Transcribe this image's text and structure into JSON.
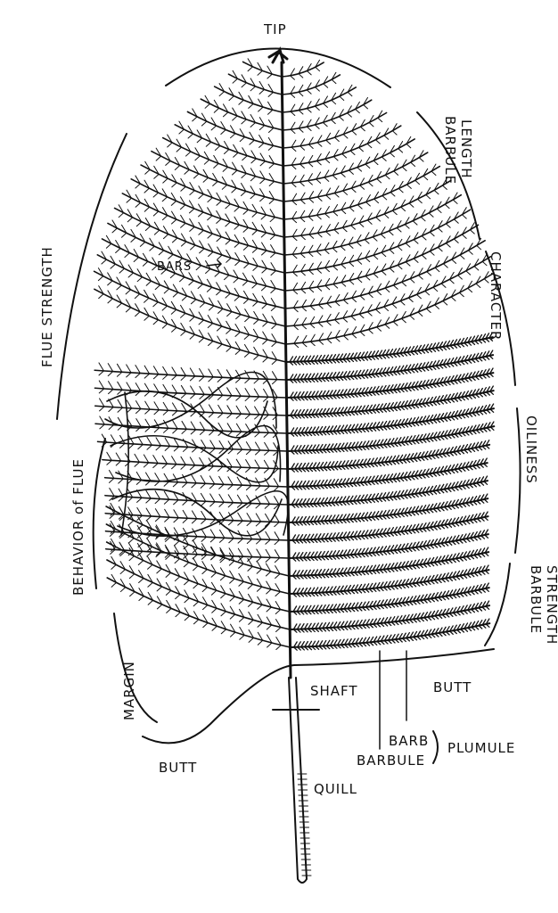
{
  "labels": {
    "tip": "TIP",
    "barbule_length": [
      "BARBULE",
      "LENGTH"
    ],
    "character": "CHARACTER",
    "oiliness": "OILINESS",
    "barbule_strength": [
      "BARBULE",
      "STRENGTH"
    ],
    "flue_strength": "FLUE STRENGTH",
    "behavior_of_flue": "BEHAVIOR of FLUE",
    "margin": "MARGIN",
    "bars": "BARS",
    "shaft": "SHAFT",
    "butt_left": "BUTT",
    "butt_right": "BUTT",
    "barb": "BARB",
    "barbule": "BARBULE",
    "plumule": "PLUMULE",
    "quill": "QUILL"
  }
}
